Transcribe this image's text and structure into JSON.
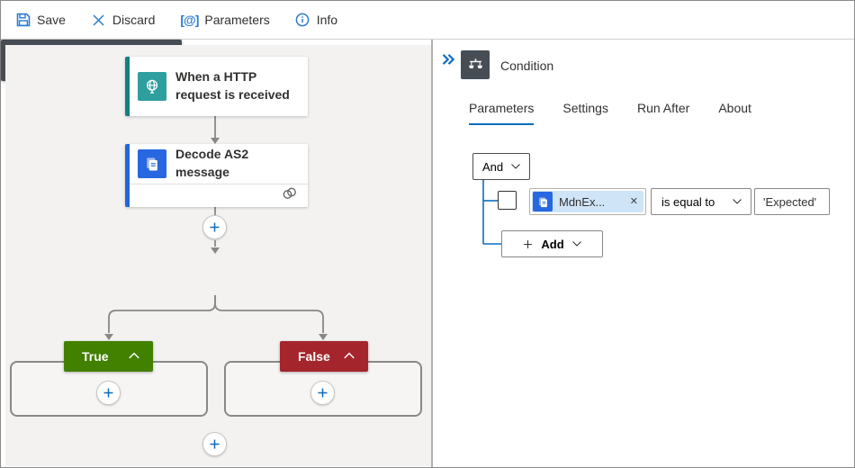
{
  "toolbar": {
    "save": "Save",
    "discard": "Discard",
    "parameters": "Parameters",
    "parameters_glyph": "[@]",
    "info": "Info"
  },
  "canvas": {
    "trigger_title": "When a HTTP request is received",
    "action_title": "Decode AS2 message",
    "condition_title": "Condition",
    "true_label": "True",
    "false_label": "False"
  },
  "panel": {
    "title": "Condition",
    "tabs": {
      "parameters": "Parameters",
      "settings": "Settings",
      "run_after": "Run After",
      "about": "About"
    },
    "builder": {
      "group_operator": "And",
      "operand1": "MdnEx...",
      "remove_glyph": "✕",
      "operator": "is equal to",
      "operand2": "'Expected'",
      "add_label": "Add"
    }
  },
  "colors": {
    "accent_blue": "#0f6cbd",
    "trigger_teal": "#2f9e9e",
    "action_blue": "#2767e0",
    "condition_gray": "#474d55",
    "true_green": "#428000",
    "false_red": "#a4262c",
    "canvas_gray": "#f3f2f1",
    "connector_gray": "#8a8886"
  }
}
